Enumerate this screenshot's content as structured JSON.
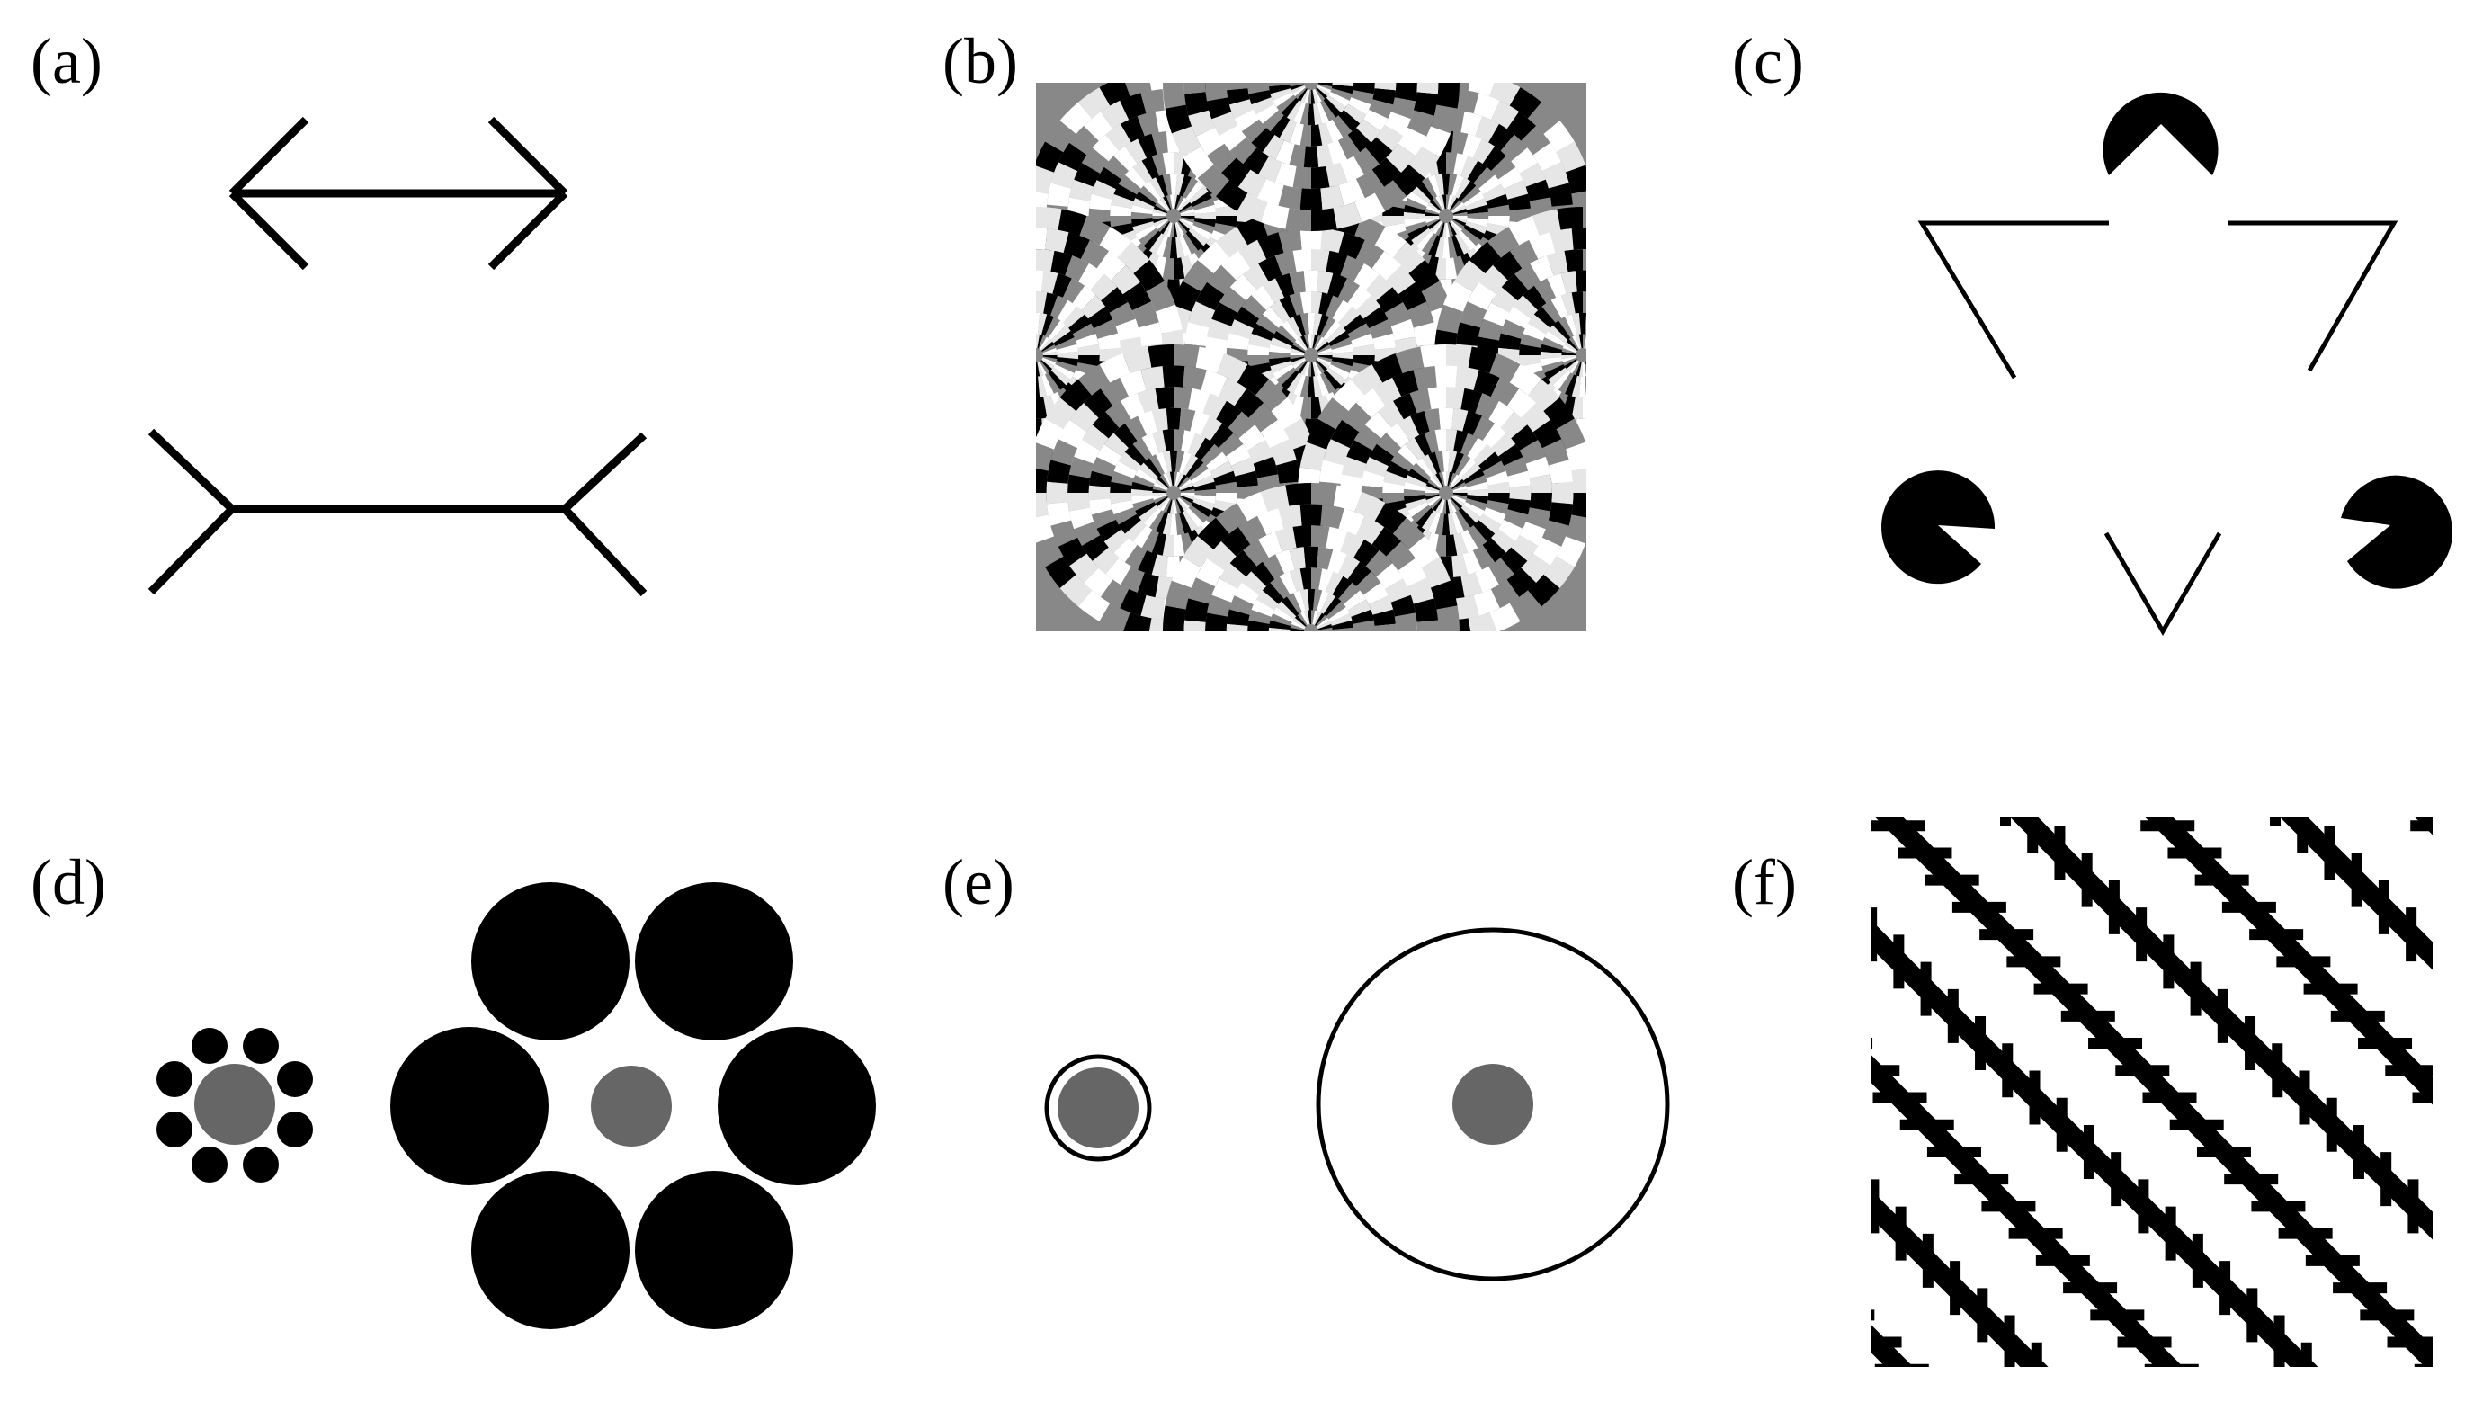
{
  "panels": [
    {
      "id": "a",
      "label": "(a)"
    },
    {
      "id": "b",
      "label": "(b)"
    },
    {
      "id": "c",
      "label": "(c)"
    },
    {
      "id": "d",
      "label": "(d)"
    },
    {
      "id": "e",
      "label": "(e)"
    },
    {
      "id": "f",
      "label": "(f)"
    }
  ],
  "colors": {
    "ink": "#000000",
    "paper": "#ffffff",
    "target_gray": "#666666",
    "checker_gray": "#888888",
    "checker_light": "#e6e6e6"
  }
}
